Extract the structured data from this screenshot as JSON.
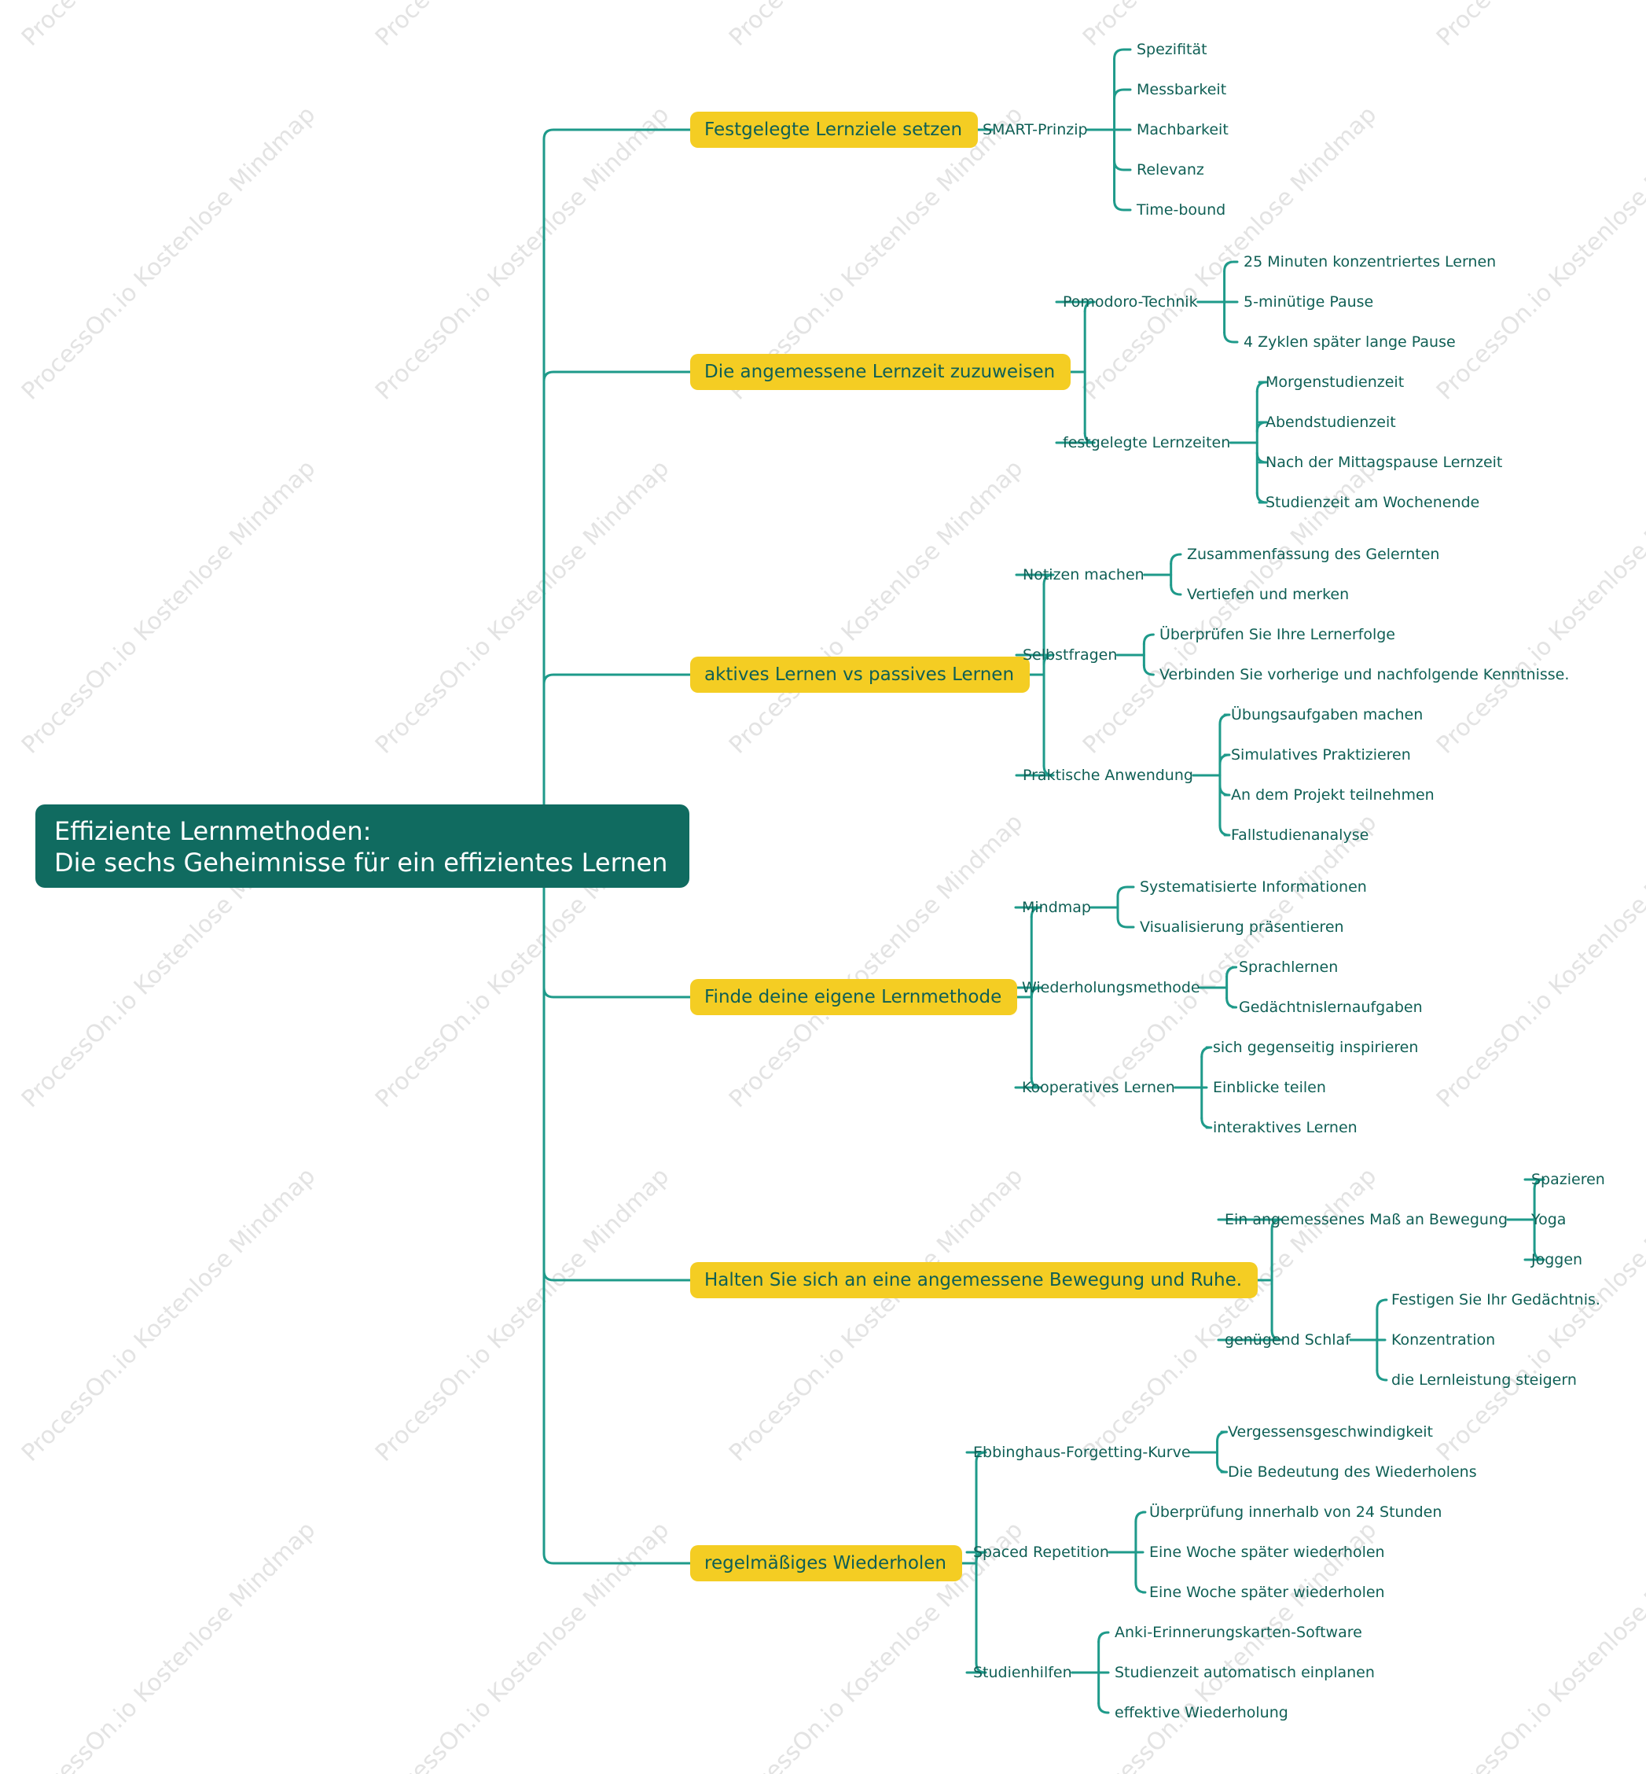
{
  "watermark": "ProcessOn.io Kostenlose Mindmap",
  "colors": {
    "root_bg": "#106b60",
    "main_bg": "#f4cd23",
    "text": "#0f5f55",
    "line": "#1e9a8a"
  },
  "root": {
    "line1": "Effiziente Lernmethoden:",
    "line2": "Die sechs Geheimnisse für ein effizientes Lernen"
  },
  "branches": [
    {
      "label": "Festgelegte Lernziele setzen",
      "children": [
        {
          "label": "SMART-Prinzip",
          "items": [
            "Spezifität",
            "Messbarkeit",
            "Machbarkeit",
            "Relevanz",
            "Time-bound"
          ]
        }
      ]
    },
    {
      "label": "Die angemessene Lernzeit zuzuweisen",
      "children": [
        {
          "label": "Pomodoro-Technik",
          "items": [
            "25 Minuten konzentriertes Lernen",
            "5-minütige Pause",
            "4 Zyklen später lange Pause"
          ]
        },
        {
          "label": "festgelegte Lernzeiten",
          "items": [
            "Morgenstudienzeit",
            "Abendstudienzeit",
            "Nach der Mittagspause Lernzeit",
            "Studienzeit am Wochenende"
          ]
        }
      ]
    },
    {
      "label": "aktives Lernen vs passives Lernen",
      "children": [
        {
          "label": "Notizen machen",
          "items": [
            "Zusammenfassung des Gelernten",
            "Vertiefen und merken"
          ]
        },
        {
          "label": "Selbstfragen",
          "items": [
            "Überprüfen Sie Ihre Lernerfolge",
            "Verbinden Sie vorherige und nachfolgende Kenntnisse."
          ]
        },
        {
          "label": "Praktische Anwendung",
          "items": [
            "Übungsaufgaben machen",
            "Simulatives Praktizieren",
            "An dem Projekt teilnehmen",
            "Fallstudienanalyse"
          ]
        }
      ]
    },
    {
      "label": "Finde deine eigene Lernmethode",
      "children": [
        {
          "label": "Mindmap",
          "items": [
            "Systematisierte Informationen",
            "Visualisierung präsentieren"
          ]
        },
        {
          "label": "Wiederholungsmethode",
          "items": [
            "Sprachlernen",
            "Gedächtnislernaufgaben"
          ]
        },
        {
          "label": "Kooperatives Lernen",
          "items": [
            "sich gegenseitig inspirieren",
            "Einblicke teilen",
            "interaktives Lernen"
          ]
        }
      ]
    },
    {
      "label": "Halten Sie sich an eine angemessene Bewegung und Ruhe.",
      "children": [
        {
          "label": "Ein angemessenes Maß an Bewegung",
          "items": [
            "Spazieren",
            "Yoga",
            "Joggen"
          ]
        },
        {
          "label": "genügend Schlaf",
          "items": [
            "Festigen Sie Ihr Gedächtnis.",
            "Konzentration",
            "die Lernleistung steigern"
          ]
        }
      ]
    },
    {
      "label": "regelmäßiges Wiederholen",
      "children": [
        {
          "label": "Ebbinghaus-Forgetting-Kurve",
          "items": [
            "Vergessensgeschwindigkeit",
            "Die Bedeutung des Wiederholens"
          ]
        },
        {
          "label": "Spaced Repetition",
          "items": [
            "Überprüfung innerhalb von 24 Stunden",
            "Eine Woche später wiederholen",
            "Eine Woche später wiederholen"
          ]
        },
        {
          "label": "Studienhilfen",
          "items": [
            "Anki-Erinnerungskarten-Software",
            "Studienzeit automatisch einplanen",
            "effektive Wiederholung"
          ]
        }
      ]
    }
  ]
}
